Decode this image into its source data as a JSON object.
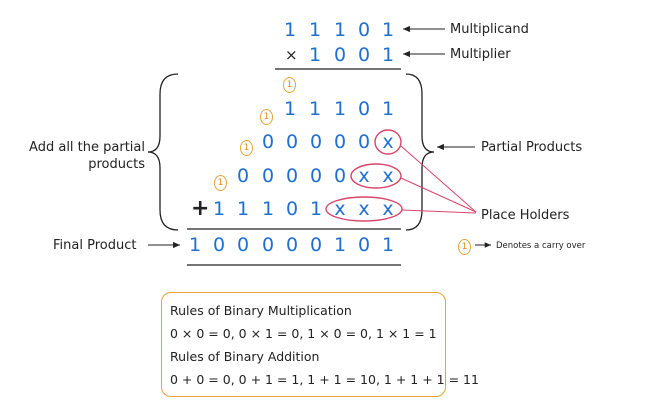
{
  "colors": {
    "digit": "#1f6fd1",
    "carry": "#e8a23a",
    "placeholder": "#d9456b",
    "text": "#222222"
  },
  "multiplicand": {
    "digits": [
      "1",
      "1",
      "1",
      "0",
      "1"
    ],
    "label": "Multiplicand"
  },
  "multiplier": {
    "sign": "×",
    "digits": [
      "1",
      "0",
      "0",
      "1"
    ],
    "label": "Multiplier"
  },
  "carries": [
    "1",
    "1",
    "1",
    "1"
  ],
  "partial_rows": [
    {
      "digits": [
        "1",
        "1",
        "1",
        "0",
        "1"
      ],
      "placeholders": []
    },
    {
      "digits": [
        "0",
        "0",
        "0",
        "0",
        "0"
      ],
      "placeholders": [
        "x"
      ]
    },
    {
      "digits": [
        "0",
        "0",
        "0",
        "0",
        "0"
      ],
      "placeholders": [
        "x",
        "x"
      ]
    },
    {
      "digits": [
        "1",
        "1",
        "1",
        "0",
        "1"
      ],
      "placeholders": [
        "x",
        "x",
        "x"
      ]
    }
  ],
  "plus_sign": "+",
  "final_product": {
    "digits": [
      "1",
      "0",
      "0",
      "0",
      "0",
      "0",
      "1",
      "0",
      "1"
    ],
    "label": "Final Product"
  },
  "labels": {
    "add_partials_line1": "Add all the partial",
    "add_partials_line2": "products",
    "partial_products": "Partial Products",
    "place_holders": "Place Holders"
  },
  "legend": {
    "carry_symbol": "1",
    "text": "Denotes a carry over"
  },
  "rules": {
    "mult_title": "Rules of Binary Multiplication",
    "mult_rules": "0 × 0 = 0, 0 × 1 = 0, 1 × 0 = 0, 1 × 1 = 1",
    "add_title": "Rules of Binary Addition",
    "add_rules": "0 + 0 = 0, 0 + 1 = 1, 1 + 1 = 10, 1 + 1 + 1 = 11"
  }
}
